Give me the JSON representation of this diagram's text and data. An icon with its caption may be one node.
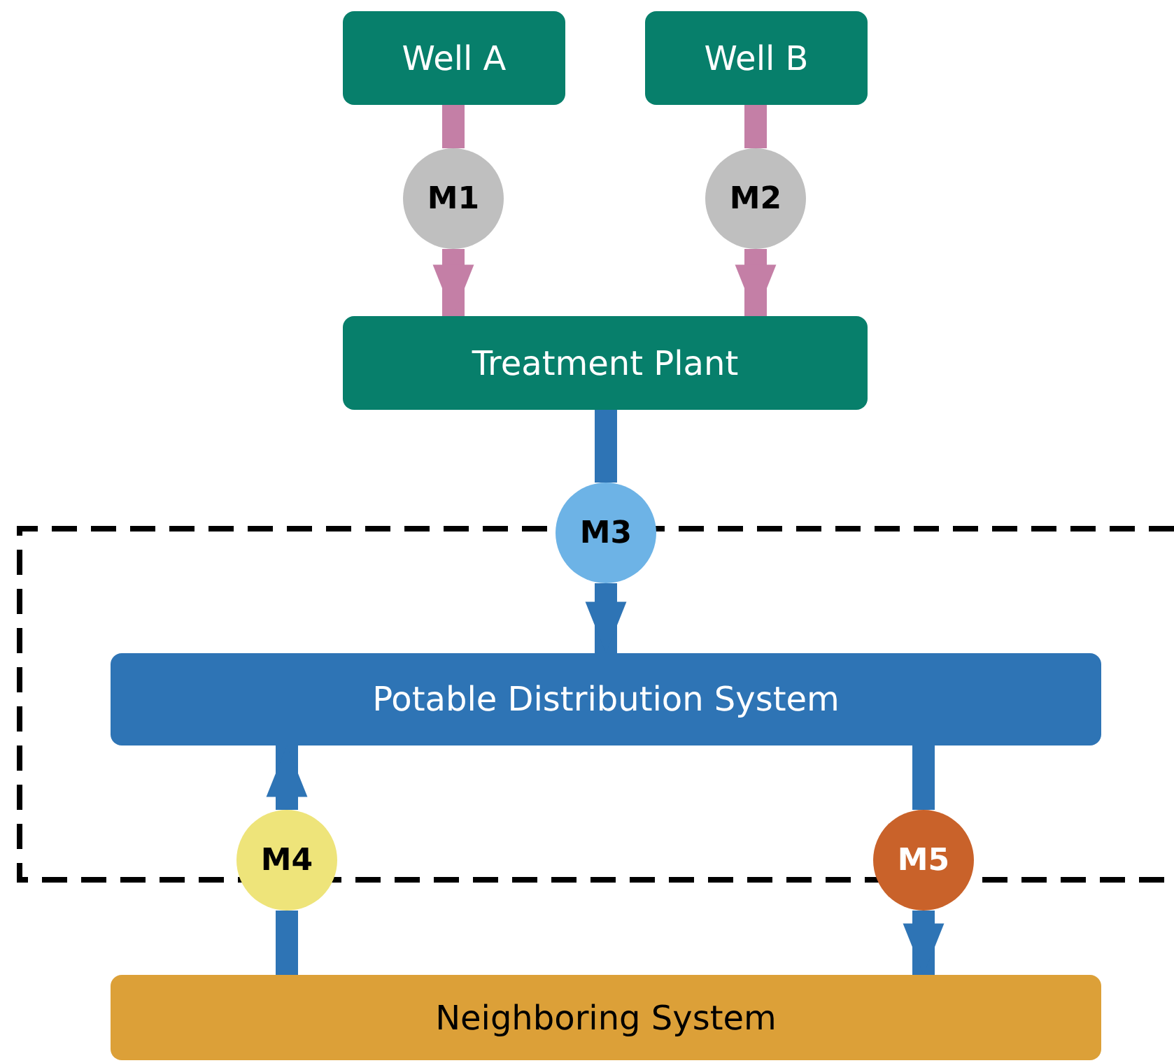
{
  "diagram": {
    "nodes": [
      {
        "text": [
          "Well A"
        ]
      },
      {
        "text": [
          "Well B"
        ]
      },
      {
        "text": [
          "Treatment Plant"
        ]
      },
      {
        "text": [
          "Potable Distribution System"
        ]
      },
      {
        "text": [
          "Neighboring System"
        ]
      },
      {
        "text": [
          "M1"
        ]
      },
      {
        "text": [
          "M2"
        ]
      },
      {
        "text": [
          "M3"
        ]
      },
      {
        "text": [
          "M4"
        ]
      },
      {
        "text": [
          "M5"
        ]
      }
    ],
    "edges": [
      {
        "from": 0,
        "to": 5,
        "arrow": "none",
        "color": "#c47fa6"
      },
      {
        "from": 5,
        "to": 2,
        "arrow": "to",
        "color": "#c47fa6"
      },
      {
        "from": 1,
        "to": 6,
        "arrow": "none",
        "color": "#c47fa6"
      },
      {
        "from": 6,
        "to": 2,
        "arrow": "to",
        "color": "#c47fa6"
      },
      {
        "from": 2,
        "to": 7,
        "arrow": "none"
      },
      {
        "from": 7,
        "to": 3,
        "arrow": "to"
      },
      {
        "from": 4,
        "to": 8,
        "arrow": "none"
      },
      {
        "from": 8,
        "to": 3,
        "arrow": "to"
      },
      {
        "from": 3,
        "to": 9,
        "arrow": "none"
      },
      {
        "from": 9,
        "to": 4,
        "arrow": "to"
      }
    ]
  }
}
